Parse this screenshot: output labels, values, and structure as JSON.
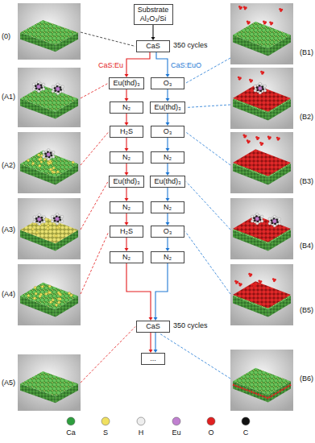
{
  "diagram": {
    "nodes": [
      {
        "text": [
          "Substrate",
          "Al₂O₃/Si"
        ]
      },
      {
        "text": [
          "CaS"
        ]
      },
      {
        "text": [
          "Eu(thd)₃"
        ]
      },
      {
        "text": [
          "N₂"
        ]
      },
      {
        "text": [
          "H₂S"
        ]
      },
      {
        "text": [
          "N₂"
        ]
      },
      {
        "text": [
          "Eu(thd)₃"
        ]
      },
      {
        "text": [
          "N₂"
        ]
      },
      {
        "text": [
          "H₂S"
        ]
      },
      {
        "text": [
          "N₂"
        ]
      },
      {
        "text": [
          "O₃"
        ]
      },
      {
        "text": [
          "Eu(thd)₃"
        ]
      },
      {
        "text": [
          "O₃"
        ]
      },
      {
        "text": [
          "N₂"
        ]
      },
      {
        "text": [
          "Eu(thd)₃"
        ]
      },
      {
        "text": [
          "N₂"
        ]
      },
      {
        "text": [
          "O₃"
        ]
      },
      {
        "text": [
          "N₂"
        ]
      },
      {
        "text": [
          "CaS"
        ]
      },
      {
        "text": [
          "..."
        ]
      }
    ],
    "edges": [
      {
        "from": 0,
        "to": 1,
        "arrow": "to"
      },
      {
        "from": 1,
        "to": 2,
        "arrow": "to",
        "label": "CaS:Eu"
      },
      {
        "from": 1,
        "to": 10,
        "arrow": "to",
        "label": "CaS:EuO"
      },
      {
        "from": 2,
        "to": 3,
        "arrow": "to"
      },
      {
        "from": 3,
        "to": 4,
        "arrow": "to"
      },
      {
        "from": 4,
        "to": 5,
        "arrow": "to"
      },
      {
        "from": 5,
        "to": 6,
        "arrow": "to"
      },
      {
        "from": 6,
        "to": 7,
        "arrow": "to"
      },
      {
        "from": 7,
        "to": 8,
        "arrow": "to"
      },
      {
        "from": 8,
        "to": 9,
        "arrow": "to"
      },
      {
        "from": 10,
        "to": 11,
        "arrow": "to"
      },
      {
        "from": 11,
        "to": 12,
        "arrow": "to"
      },
      {
        "from": 12,
        "to": 13,
        "arrow": "to"
      },
      {
        "from": 13,
        "to": 14,
        "arrow": "to"
      },
      {
        "from": 14,
        "to": 15,
        "arrow": "to"
      },
      {
        "from": 15,
        "to": 16,
        "arrow": "to"
      },
      {
        "from": 16,
        "to": 17,
        "arrow": "to"
      },
      {
        "from": 9,
        "to": 18,
        "arrow": "to"
      },
      {
        "from": 17,
        "to": 18,
        "arrow": "to"
      },
      {
        "from": 18,
        "to": 19,
        "arrow": "to"
      }
    ],
    "labels": [
      "350 cycles",
      "350 cycles",
      "(0)",
      "(A1)",
      "(A2)",
      "(A3)",
      "(A4)",
      "(A5)",
      "(B1)",
      "(B2)",
      "(B3)",
      "(B4)",
      "(B5)",
      "(B6)"
    ],
    "legend": [
      {
        "text": "Ca",
        "color": "#2e9e3e"
      },
      {
        "text": "S",
        "color": "#f0e060"
      },
      {
        "text": "H",
        "color": "#eeeeee"
      },
      {
        "text": "Eu",
        "color": "#c080d0"
      },
      {
        "text": "O",
        "color": "#e02020"
      },
      {
        "text": "C",
        "color": "#111111"
      }
    ]
  }
}
